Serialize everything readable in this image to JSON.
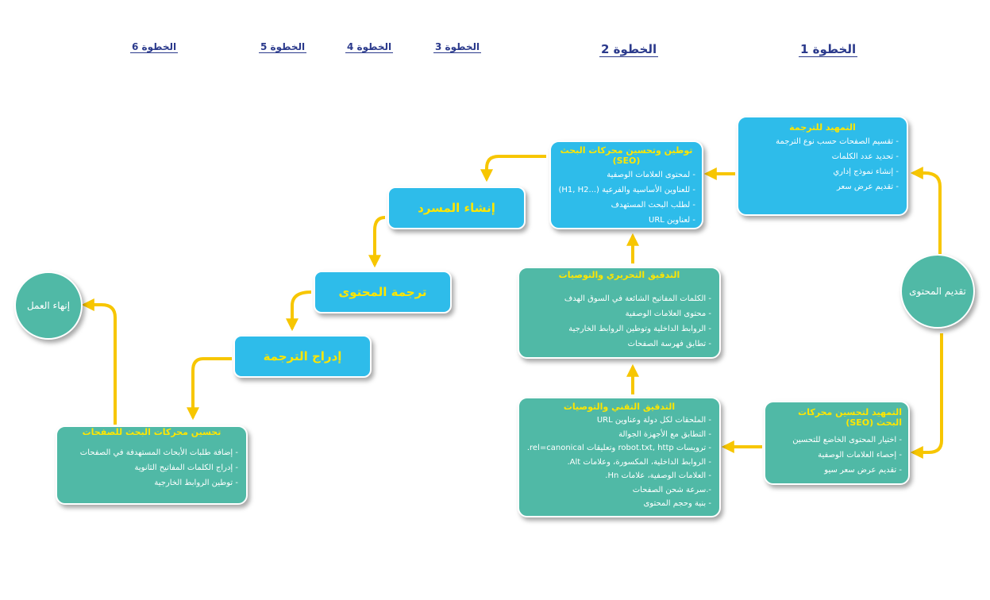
{
  "steps": {
    "s1": "الخطوة 1",
    "s2": "الخطوة 2",
    "s3": "الخطوة 3",
    "s4": "الخطوة 4",
    "s5": "الخطوة 5",
    "s6": "الخطوة 6"
  },
  "nodes": {
    "start": "تقديم المحتوى",
    "end": "إنهاء العمل",
    "prep_translation": {
      "title": "التمهيد للترجمة",
      "items": [
        "- تقسيم الصفحات حسب نوع الترجمة",
        "- تحديد عدد الكلمات",
        "- إنشاء نموذج إداري",
        "- تقديم عرض سعر"
      ]
    },
    "prep_seo": {
      "title": "التمهيد لتحسين محركات البحث (SEO)",
      "items": [
        "- اختيار المحتوى الخاضع للتحسين",
        "- إحصاء العلامات الوصفية",
        "- تقديم عرض سعر سيو"
      ]
    },
    "tech_audit": {
      "title": "التدقيق التقني والتوصيات",
      "items": [
        "- الملحقات لكل دولة وعناوين URL",
        "- التطابق مع الأجهزة الجوالة",
        "- ترويسات robot.txt, http وتعليقات rel=canonical.",
        "- الروابط الداخلية، المكسورة، وعلامات Alt.",
        "- العلامات الوصفية، علامات Hn.",
        "-.سرعة شحن الصفحات",
        "- بنية وحجم المحتوى"
      ]
    },
    "editorial_audit": {
      "title": "التدقيق التحريري والتوصيات",
      "items": [
        "- الكلمات المفاتيح الشائعة في السوق الهدف",
        "- محتوى العلامات الوصفية",
        "- الروابط الداخلية وتوطين الروابط الخارجية",
        "- تطابق فهرسة الصفحات"
      ]
    },
    "localize_seo": {
      "title": "توطين وتحسين محركات البحث (SEO)",
      "items": [
        "- لمحتوى العلامات الوصفية",
        "- للعناوين الأساسية والفرعية (...H1, H2)",
        "- لطلب البحث المستهدف",
        "- لعناوين URL"
      ]
    },
    "glossary": "إنشاء المسرد",
    "translate": "ترجمة المحتوى",
    "insert": "إدراج الترجمة",
    "page_seo": {
      "title": "تحسين محركات البحث للصفحات",
      "items": [
        "- إضافة طلبات الأبحاث المستهدفة في الصفحات",
        "- إدراج الكلمات المفاتيح الثانوية",
        "- توطين الروابط الخارجية"
      ]
    }
  },
  "colors": {
    "blue": "#2ebcea",
    "green": "#50b9a6",
    "yellow_text": "#ffe600",
    "arrow": "#f7c600",
    "step_label": "#2b3a8c"
  }
}
